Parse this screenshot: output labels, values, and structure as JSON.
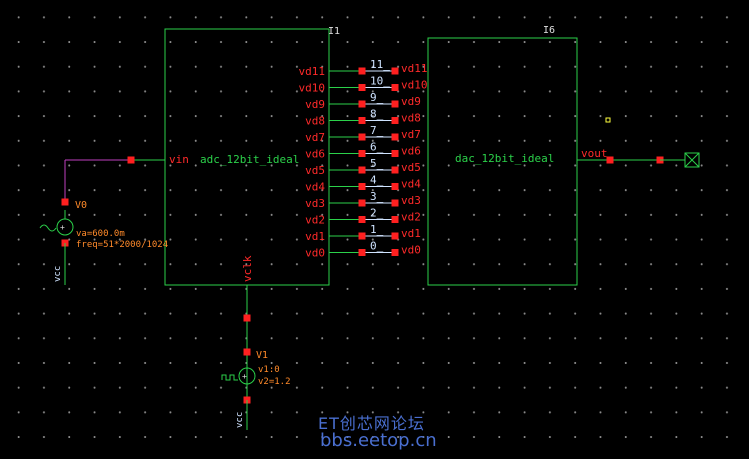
{
  "colors": {
    "background": "#000000",
    "block_border": "#2bd14a",
    "wire": "#2bd14a",
    "pin_label_red": "#ff2a2a",
    "net_label_blue": "#cfe3ff",
    "source_label_orange": "#ff8a2a",
    "pin_square": "#ff2020",
    "vin_wire": "#c040c0",
    "watermark": "#4a6fd0"
  },
  "adc": {
    "instance": "I1",
    "cell": "adc_12bit_ideal",
    "input_pin": "vin",
    "clock_pin": "vclk",
    "outputs": [
      "vd11",
      "vd10",
      "vd9",
      "vd8",
      "vd7",
      "vd6",
      "vd5",
      "vd4",
      "vd3",
      "vd2",
      "vd1",
      "vd0"
    ]
  },
  "dac": {
    "instance": "I6",
    "cell": "dac_12bit_ideal",
    "output_pin": "vout",
    "inputs": [
      "vd11",
      "vd10",
      "vd9",
      "vd8",
      "vd7",
      "vd6",
      "vd5",
      "vd4",
      "vd3",
      "vd2",
      "vd1",
      "vd0"
    ]
  },
  "bus_nets": [
    "11",
    "10",
    "9",
    "8",
    "7",
    "6",
    "5",
    "4",
    "3",
    "2",
    "1",
    "0"
  ],
  "sin_source": {
    "name": "V0",
    "param1": "va=600.0m",
    "param2": "freq=51*2000/1024",
    "ground": "vcc"
  },
  "pulse_source": {
    "name": "V1",
    "param1": "v1:0",
    "param2": "v2=1.2",
    "ground": "vcc"
  },
  "watermark": {
    "line1": "ET创芯网论坛",
    "line2": "bbs.eetop.cn"
  }
}
